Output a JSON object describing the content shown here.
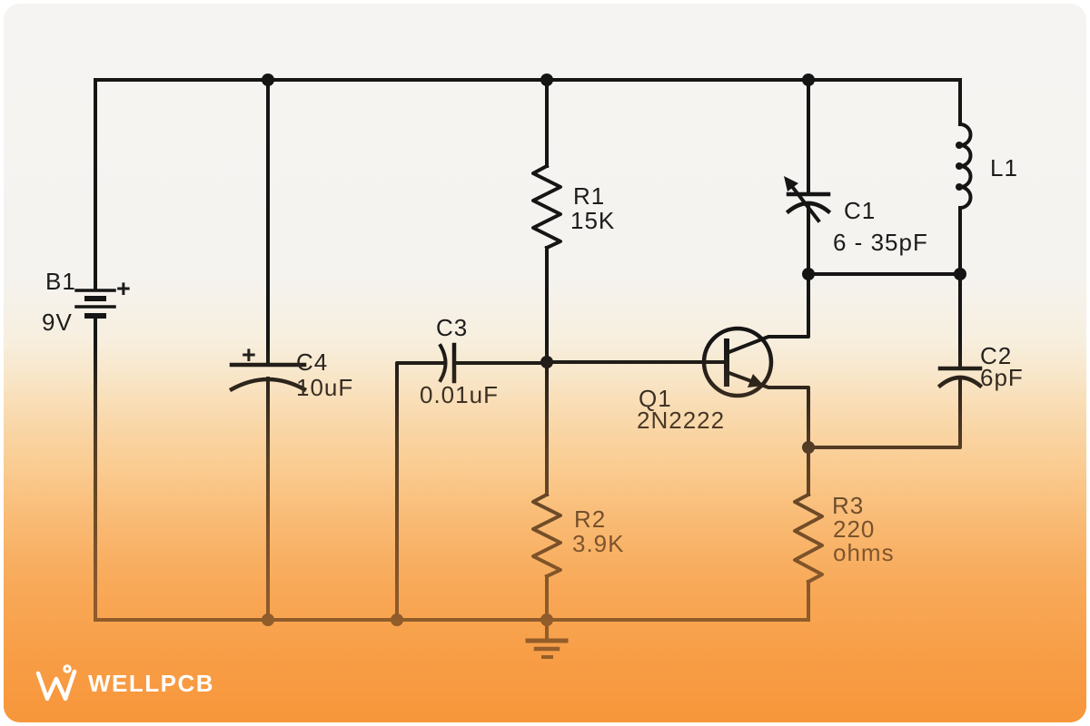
{
  "diagram": {
    "kind": "schematic",
    "labels": {
      "b1": {
        "ref": "B1",
        "value": "9V",
        "plus": "+"
      },
      "c4": {
        "ref": "C4",
        "value": "10uF",
        "plus": "+"
      },
      "c3": {
        "ref": "C3",
        "value": "0.01uF"
      },
      "r1": {
        "ref": "R1",
        "value": "15K"
      },
      "r2": {
        "ref": "R2",
        "value": "3.9K"
      },
      "r3": {
        "ref": "R3",
        "value": "220",
        "unit": "ohms"
      },
      "q1": {
        "ref": "Q1",
        "value": "2N2222"
      },
      "c1": {
        "ref": "C1",
        "value": "6 - 35pF"
      },
      "c2": {
        "ref": "C2",
        "value": "6pF"
      },
      "l1": {
        "ref": "L1"
      }
    },
    "colors": {
      "wire": "#151515",
      "accent_orange": "#f79a40",
      "background_top": "#f5f4f2",
      "logo": "#ffffff"
    }
  },
  "branding": {
    "logo_text": "WELLPCB"
  }
}
